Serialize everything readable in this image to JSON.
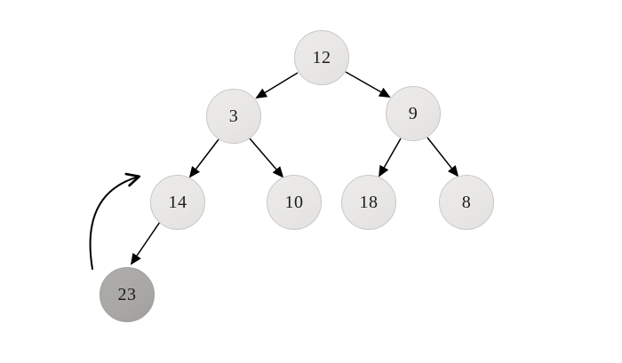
{
  "diagram": {
    "type": "binary-tree",
    "background_color": "#ffffff",
    "node_fill_color": "#e8e7e5",
    "node_border_color": "#c9c8c6",
    "highlight_node_fill_color": "#a9a8a5",
    "arrow_color": "#000000",
    "text_color": "#1c1c1c",
    "nodes": [
      {
        "id": "12",
        "label": "12",
        "variant": "light",
        "role": "root"
      },
      {
        "id": "3",
        "label": "3",
        "variant": "light",
        "role": "left-child-of-12"
      },
      {
        "id": "9",
        "label": "9",
        "variant": "light",
        "role": "right-child-of-12"
      },
      {
        "id": "14",
        "label": "14",
        "variant": "light",
        "role": "left-child-of-3"
      },
      {
        "id": "10",
        "label": "10",
        "variant": "light",
        "role": "right-child-of-3"
      },
      {
        "id": "18",
        "label": "18",
        "variant": "light",
        "role": "left-child-of-9"
      },
      {
        "id": "8",
        "label": "8",
        "variant": "light",
        "role": "right-child-of-9"
      },
      {
        "id": "23",
        "label": "23",
        "variant": "dark",
        "role": "left-child-of-14"
      }
    ],
    "edges": [
      {
        "from": "12",
        "to": "3",
        "style": "straight-solid-arrow"
      },
      {
        "from": "12",
        "to": "9",
        "style": "straight-solid-arrow"
      },
      {
        "from": "3",
        "to": "14",
        "style": "straight-solid-arrow"
      },
      {
        "from": "3",
        "to": "10",
        "style": "straight-solid-arrow"
      },
      {
        "from": "9",
        "to": "18",
        "style": "straight-solid-arrow"
      },
      {
        "from": "9",
        "to": "8",
        "style": "straight-solid-arrow"
      },
      {
        "from": "14",
        "to": "23",
        "style": "straight-solid-arrow"
      },
      {
        "from": "23",
        "to": "14",
        "style": "curved-open-arrow"
      }
    ]
  }
}
